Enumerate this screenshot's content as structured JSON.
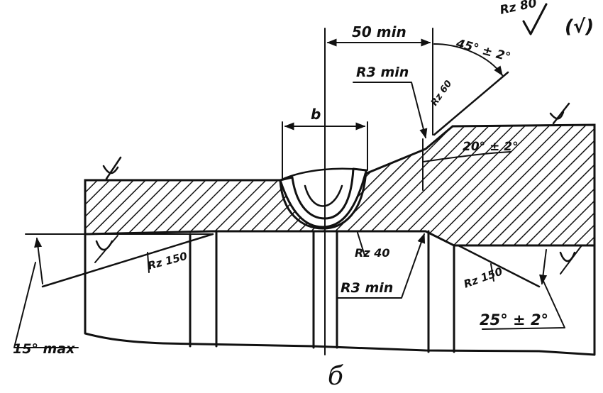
{
  "labels": {
    "dim_top_width": "50 min",
    "angle_bevel": "45° ± 2°",
    "surface_rz80": "Rz 80",
    "paren_check": "(√)",
    "radius_top": "R3 min",
    "surface_rz60": "Rz 60",
    "width_b": "b",
    "angle_transition": "20° ± 2°",
    "surface_rz40": "Rz 40",
    "radius_bottom": "R3 min",
    "surface_rz150_left": "Rz 150",
    "surface_rz150_right": "Rz 150",
    "angle_left": "15° max",
    "angle_right": "25° ± 2°",
    "caption": "б"
  }
}
